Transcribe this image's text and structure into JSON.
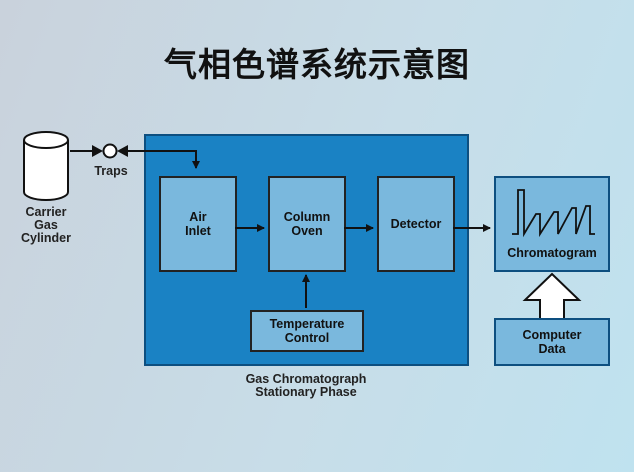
{
  "title": "气相色谱系统示意图",
  "nodes": {
    "cylinder": "Carrier\nGas\nCylinder",
    "traps": "Traps",
    "air_inlet": "Air\nInlet",
    "column_oven": "Column\nOven",
    "detector": "Detector",
    "temperature_control": "Temperature\nControl",
    "chromatogram": "Chromatogram",
    "computer_data": "Computer\nData",
    "gc_label": "Gas Chromatograph\nStationary Phase"
  },
  "colors": {
    "outer_block": "#1a82c4",
    "inner_block": "#7ab8dd",
    "outline": "#0d4f80"
  }
}
